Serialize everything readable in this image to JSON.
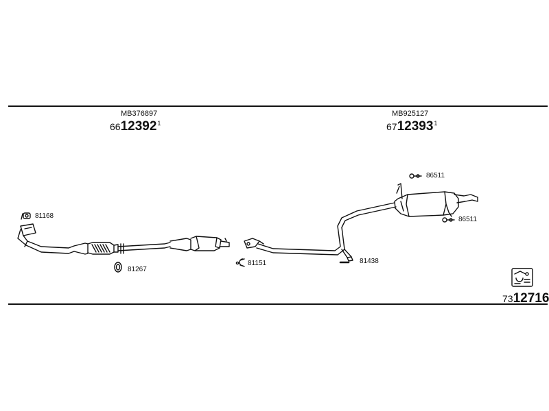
{
  "sections": [
    {
      "oem": "MB376897",
      "prefix": "66",
      "number": "12392",
      "suffix": "1"
    },
    {
      "oem": "MB925127",
      "prefix": "67",
      "number": "12393",
      "suffix": "1"
    }
  ],
  "part_codes": {
    "gasket_front": "81168",
    "ring_seal": "81267",
    "clamp_mid": "81151",
    "hanger_rubber": "81438",
    "bolt_upper": "86511",
    "bolt_lower": "86511"
  },
  "kit": {
    "prefix": "73",
    "number": "12716"
  }
}
